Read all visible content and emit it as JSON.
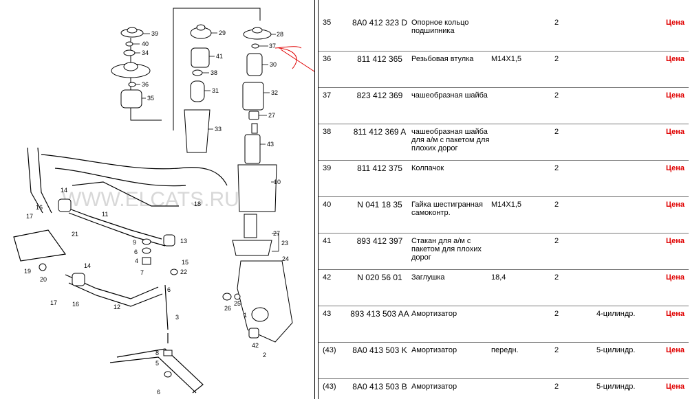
{
  "diagram": {
    "watermark": "WWW.ELCATS.RU",
    "callouts": [
      "39",
      "40",
      "34",
      "36",
      "35",
      "29",
      "41",
      "38",
      "31",
      "33",
      "28",
      "37",
      "30",
      "32",
      "27",
      "43",
      "10",
      "14",
      "16",
      "17",
      "21",
      "11",
      "18",
      "19",
      "20",
      "9",
      "6",
      "4",
      "7",
      "13",
      "15",
      "22",
      "14",
      "16",
      "17",
      "12",
      "6",
      "3",
      "8",
      "5",
      "6",
      "27",
      "23",
      "24",
      "25",
      "26",
      "1",
      "42",
      "2"
    ]
  },
  "parts": {
    "rows": [
      {
        "pos": "35",
        "part": "8A0 412 323 D",
        "desc": "Опорное кольцо подшипника",
        "note": "",
        "qty": "2",
        "model": "",
        "price": "Цена"
      },
      {
        "pos": "36",
        "part": "811 412 365",
        "desc": "Резьбовая втулка",
        "note": "M14X1,5",
        "qty": "2",
        "model": "",
        "price": "Цена"
      },
      {
        "pos": "37",
        "part": "823 412 369",
        "desc": "чашеобразная шайба",
        "note": "",
        "qty": "2",
        "model": "",
        "price": "Цена"
      },
      {
        "pos": "38",
        "part": "811 412 369 A",
        "desc": "чашеобразная шайба для а/м с пакетом для плохих дорог",
        "note": "",
        "qty": "2",
        "model": "",
        "price": "Цена"
      },
      {
        "pos": "39",
        "part": "811 412 375",
        "desc": "Колпачок",
        "note": "",
        "qty": "2",
        "model": "",
        "price": "Цена"
      },
      {
        "pos": "40",
        "part": "N 041 18 35",
        "desc": "Гайка шестигранная самоконтр.",
        "note": "M14X1,5",
        "qty": "2",
        "model": "",
        "price": "Цена"
      },
      {
        "pos": "41",
        "part": "893 412 397",
        "desc": "Стакан для а/м с пакетом для плохих дорог",
        "note": "",
        "qty": "2",
        "model": "",
        "price": "Цена"
      },
      {
        "pos": "42",
        "part": "N 020 56 01",
        "desc": "Заглушка",
        "note": "18,4",
        "qty": "2",
        "model": "",
        "price": "Цена"
      },
      {
        "pos": "43",
        "part": "893 413 503 AA",
        "desc": "Амортизатор",
        "note": "",
        "qty": "2",
        "model": "4-цилиндр.",
        "price": "Цена"
      },
      {
        "pos": "(43)",
        "part": "8A0 413 503 K",
        "desc": "Амортизатор",
        "note": "передн.",
        "qty": "2",
        "model": "5-цилиндр.",
        "price": "Цена"
      },
      {
        "pos": "(43)",
        "part": "8A0 413 503 B",
        "desc": "Амортизатор",
        "note": "",
        "qty": "2",
        "model": "5-цилиндр.",
        "price": "Цена"
      }
    ]
  },
  "colors": {
    "price": "#e00000",
    "annotation": "#e00000"
  }
}
